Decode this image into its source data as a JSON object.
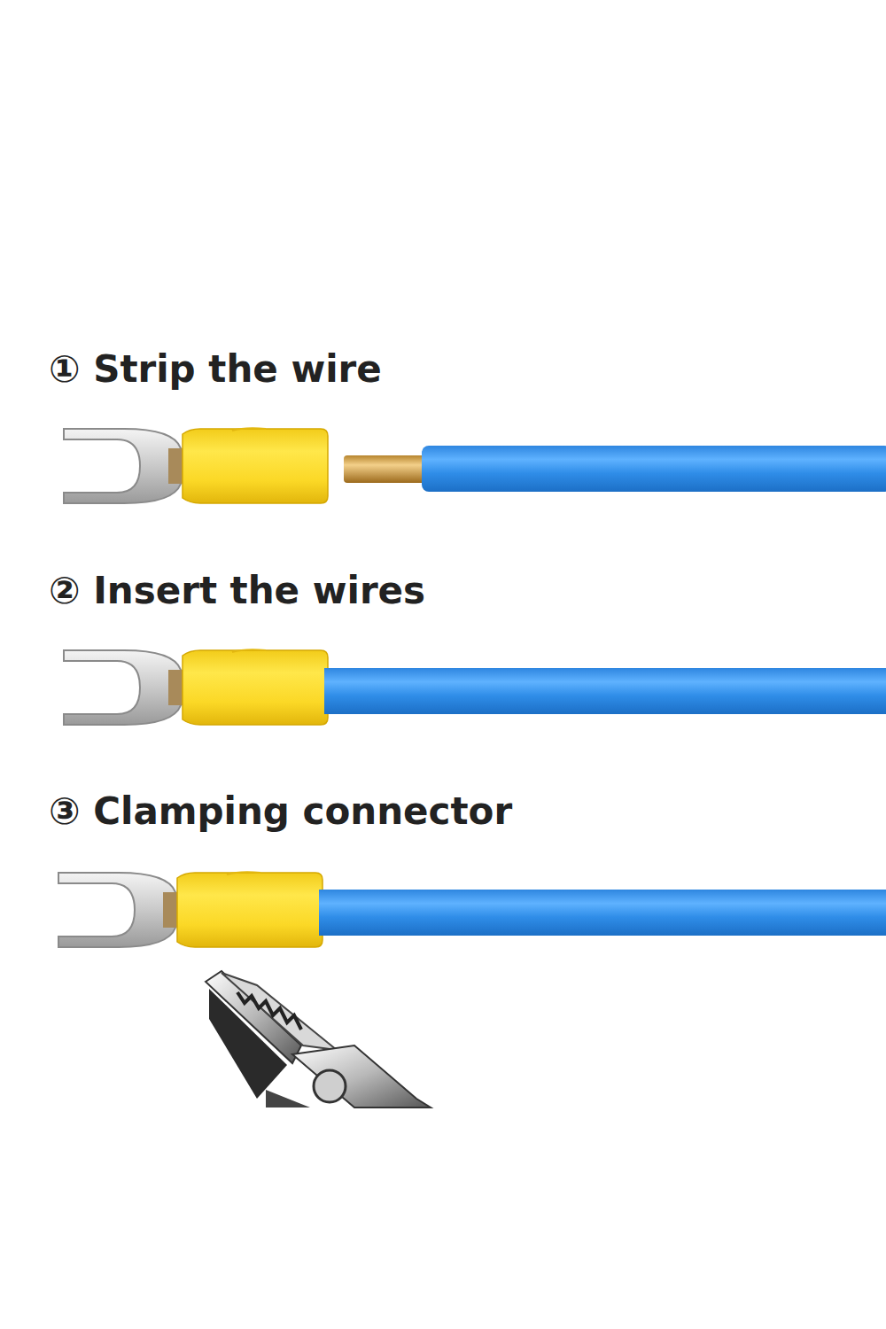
{
  "diagram": {
    "labels": [
      "① Strip the wire",
      "② Insert the wires",
      "③ Clamping connector"
    ]
  }
}
